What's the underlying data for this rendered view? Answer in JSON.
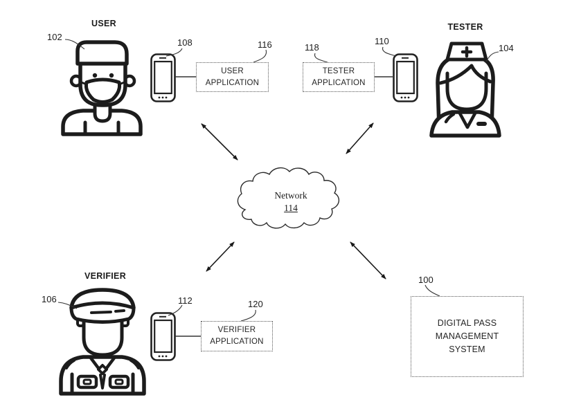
{
  "figure": {
    "user": {
      "label": "USER",
      "ref": "102",
      "phone_ref": "108",
      "app": {
        "label": "USER APPLICATION",
        "ref": "116"
      }
    },
    "tester": {
      "label": "TESTER",
      "ref": "104",
      "phone_ref": "110",
      "app": {
        "label": "TESTER APPLICATION",
        "ref": "118"
      }
    },
    "verifier": {
      "label": "VERIFIER",
      "ref": "106",
      "phone_ref": "112",
      "app": {
        "label": "VERIFIER APPLICATION",
        "ref": "120"
      }
    },
    "network": {
      "label": "Network",
      "ref": "114"
    },
    "system": {
      "label": "DIGITAL PASS MANAGEMENT SYSTEM",
      "ref": "100"
    }
  },
  "icons": {
    "user": "person-with-face-mask",
    "tester": "nurse-with-cap",
    "verifier": "police-officer",
    "device": "smartphone",
    "network": "cloud",
    "links": "double-headed-arrow"
  },
  "colors": {
    "ink": "#1f1f1f",
    "box_border": "#555555",
    "background": "#ffffff"
  }
}
